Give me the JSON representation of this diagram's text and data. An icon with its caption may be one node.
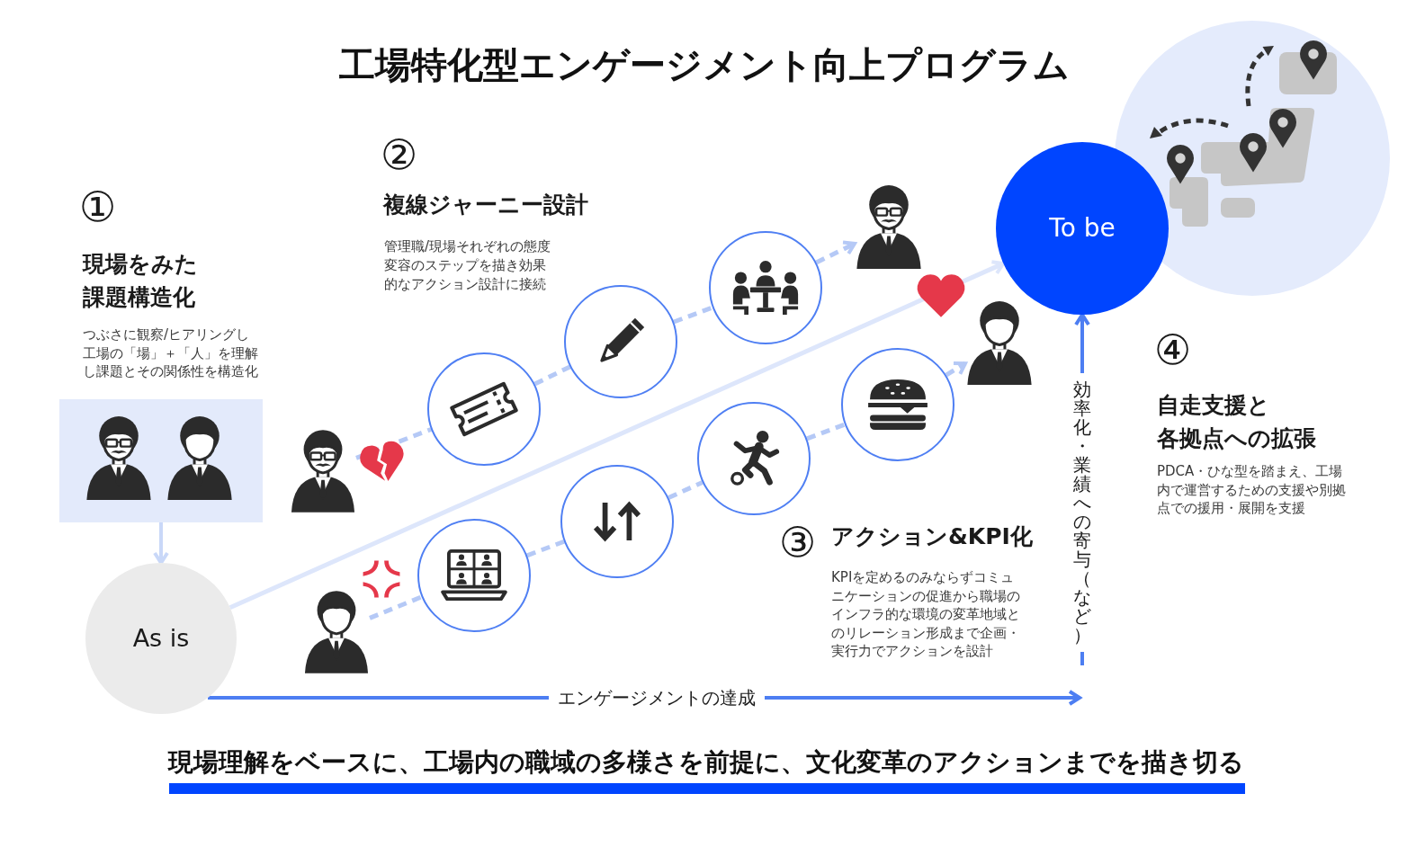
{
  "diagram": {
    "title": "工場特化型エンゲージメント向上プログラム",
    "caption": "現場理解をベースに、工場内の職域の多様さを前提に、文化変革のアクションまでを描き切る",
    "nodes": [
      {
        "text": [],
        "shape": "box"
      },
      {
        "text": [
          "As is"
        ]
      },
      {
        "text": [
          "To be"
        ]
      },
      {
        "text": [],
        "shape": "person"
      },
      {
        "text": [],
        "shape": "circle"
      },
      {
        "text": [],
        "shape": "circle"
      },
      {
        "text": [],
        "shape": "circle"
      },
      {
        "text": [],
        "shape": "person"
      },
      {
        "text": [],
        "shape": "person"
      },
      {
        "text": [],
        "shape": "circle"
      },
      {
        "text": [],
        "shape": "circle"
      },
      {
        "text": [],
        "shape": "circle"
      },
      {
        "text": [],
        "shape": "circle"
      },
      {
        "text": [],
        "shape": "person"
      }
    ],
    "edges": [
      {
        "from": 0,
        "to": 1,
        "arrow": "to",
        "color": "#c9d8f8"
      },
      {
        "from": 1,
        "to": 2,
        "arrow": "to",
        "color": "#dde6fb"
      },
      {
        "from": 3,
        "to": 4,
        "arrow": "none",
        "style": "dashed"
      },
      {
        "from": 4,
        "to": 5,
        "arrow": "none",
        "style": "dashed"
      },
      {
        "from": 5,
        "to": 6,
        "arrow": "none",
        "style": "dashed"
      },
      {
        "from": 6,
        "to": 7,
        "arrow": "to",
        "style": "dashed"
      },
      {
        "from": 8,
        "to": 9,
        "arrow": "none",
        "style": "dashed"
      },
      {
        "from": 9,
        "to": 10,
        "arrow": "none",
        "style": "dashed"
      },
      {
        "from": 10,
        "to": 11,
        "arrow": "none",
        "style": "dashed"
      },
      {
        "from": 11,
        "to": 12,
        "arrow": "none",
        "style": "dashed"
      },
      {
        "from": 12,
        "to": 13,
        "arrow": "to",
        "style": "dashed"
      },
      {
        "from": 1,
        "to": null,
        "arrow": "to",
        "label": "エンゲージメントの達成",
        "color": "#4d7ef2"
      },
      {
        "from": null,
        "to": 2,
        "arrow": "to",
        "label": "効率化・業績への寄与（など）",
        "color": "#4d7ef2"
      }
    ],
    "labels": [
      "①",
      "現場をみた課題構造化",
      "つぶさに観察/ヒアリングし工場の「場」＋「人」を理解し課題とその関係性を構造化",
      "②",
      "複線ジャーニー設計",
      "管理職/現場それぞれの態度変容のステップを描き効果的なアクション設計に接続",
      "③",
      "アクション&KPI化",
      "KPIを定めるのみならずコミュニケーションの促進から職場のインフラ的な環境の変革地域とのリレーション形成まで企画・実行力でアクションを設計",
      "④",
      "自走支援と各拠点への拡張",
      "PDCA・ひな型を踏まえ、工場内で運営するための支援や別拠点での援用・展開を支援"
    ]
  }
}
